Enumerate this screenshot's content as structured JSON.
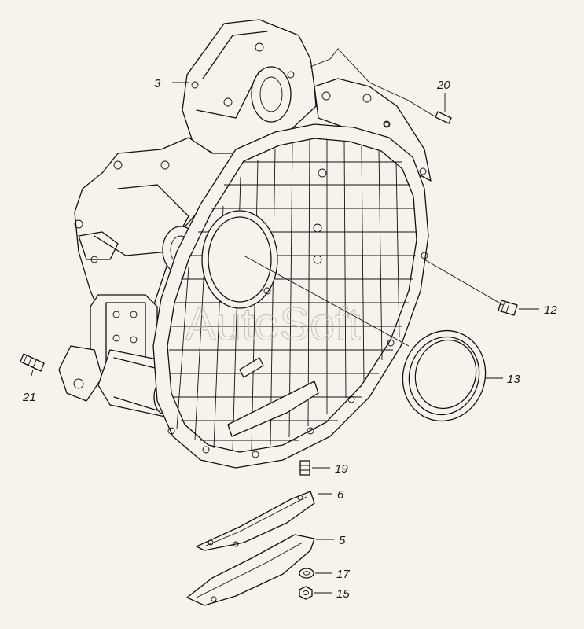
{
  "watermark": "AutoSoft",
  "callouts": {
    "c3": "3",
    "c20": "20",
    "c12": "12",
    "c13": "13",
    "c21": "21",
    "c19": "19",
    "c6": "6",
    "c5": "5",
    "c17": "17",
    "c15": "15"
  },
  "colors": {
    "background": "#f5f3eb",
    "line": "#111111",
    "watermark": "#b9b7b0"
  }
}
